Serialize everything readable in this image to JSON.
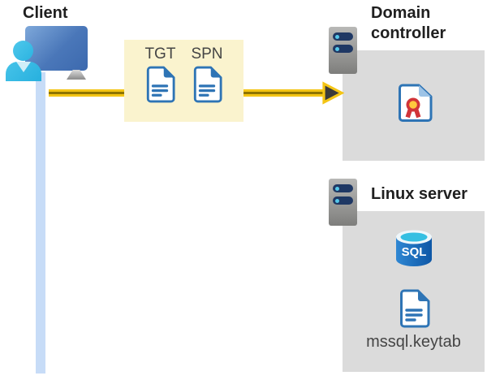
{
  "diagram": {
    "client": {
      "title": "Client"
    },
    "tickets": {
      "tgt": "TGT",
      "spn": "SPN"
    },
    "domain_controller": {
      "title": "Domain controller"
    },
    "linux_server": {
      "title": "Linux server",
      "sql": "SQL",
      "keytab": "mssql.keytab"
    }
  },
  "colors": {
    "arrow_gold": "#F4C515",
    "arrow_stripe": "#8E7400",
    "arrowhead_dark": "#3B3B3B",
    "ticket_box_bg": "#FAF3CE",
    "server_box_bg": "#DBDBDB",
    "doc_blue": "#2E74B5",
    "client_line_blue": "#C7DCF7",
    "person_cyan": "#2BB3E0",
    "monitor_blue_light": "#7EA8DA",
    "monitor_blue_dark": "#3C69AE",
    "server_slot_navy": "#1F3864",
    "server_dot_cyan": "#55C8EA",
    "sql_body_blue_light": "#2F87D3",
    "sql_body_blue_dark": "#0E57A6",
    "sql_top_cyan": "#35BFE2",
    "cert_red": "#D13438",
    "cert_yellow": "#FFC83D",
    "cert_fold_blue": "#9DC3E6",
    "title_text": "#1F1F1F",
    "label_text": "#454545"
  }
}
